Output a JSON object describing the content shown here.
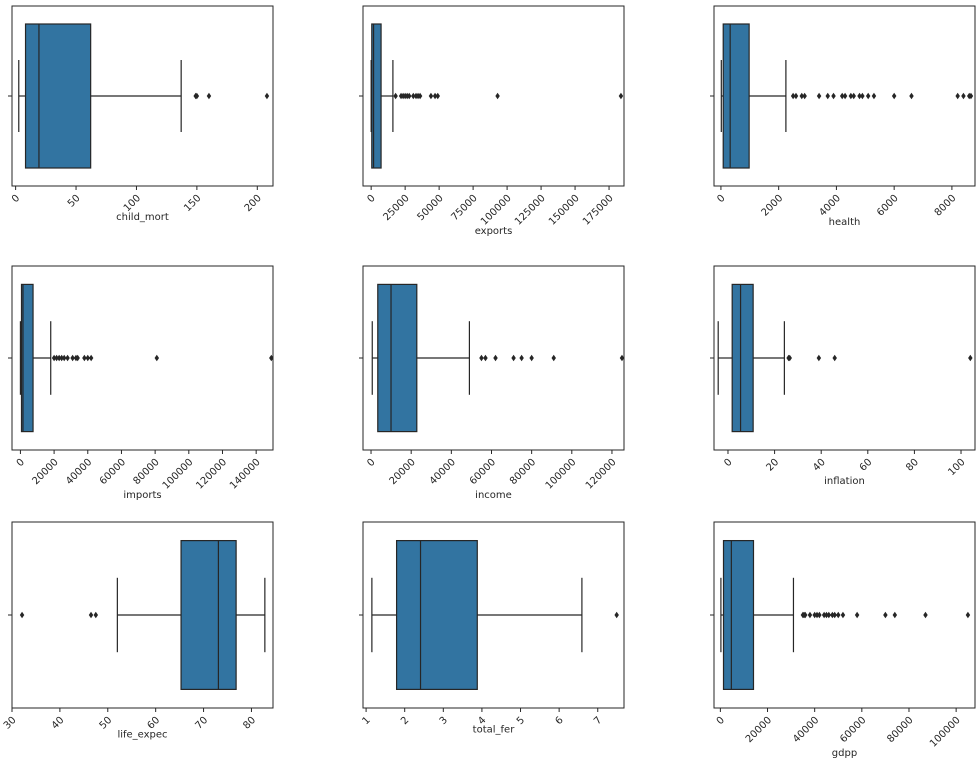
{
  "colors": {
    "box": "#3274a1",
    "line": "#262626",
    "background": "#ffffff"
  },
  "chart_data": [
    {
      "type": "box",
      "xlabel": "child_mort",
      "xlim": [
        -3,
        213
      ],
      "ticks": [
        0,
        50,
        100,
        150,
        200
      ],
      "tick_labels": [
        "0",
        "50",
        "100",
        "150",
        "200"
      ],
      "whisker_low": 2.6,
      "q1": 8.2,
      "median": 19.3,
      "q3": 62.1,
      "whisker_high": 137,
      "outliers": [
        149,
        150,
        160,
        208
      ]
    },
    {
      "type": "box",
      "xlabel": "exports",
      "xlim": [
        -6000,
        186000
      ],
      "ticks": [
        0,
        25000,
        50000,
        75000,
        100000,
        125000,
        150000,
        175000
      ],
      "tick_labels": [
        "0",
        "25000",
        "50000",
        "75000",
        "100000",
        "125000",
        "150000",
        "175000"
      ],
      "whisker_low": 1,
      "q1": 450,
      "median": 1780,
      "q3": 7300,
      "whisker_high": 16000,
      "outliers": [
        18000,
        22000,
        23500,
        25000,
        26500,
        28000,
        31000,
        33000,
        34500,
        36000,
        44000,
        47000,
        49000,
        93000,
        183750
      ]
    },
    {
      "type": "box",
      "xlabel": "health",
      "xlim": [
        -240,
        8800
      ],
      "ticks": [
        0,
        2000,
        4000,
        6000,
        8000
      ],
      "tick_labels": [
        "0",
        "2000",
        "4000",
        "6000",
        "8000"
      ],
      "whisker_low": 13,
      "q1": 79,
      "median": 320,
      "q3": 977,
      "whisker_high": 2250,
      "outliers": [
        2500,
        2600,
        2800,
        2900,
        3400,
        3700,
        3900,
        4200,
        4300,
        4500,
        4600,
        4800,
        4900,
        5100,
        5300,
        6000,
        6600,
        8200,
        8400,
        8600,
        8660
      ]
    },
    {
      "type": "box",
      "xlabel": "imports",
      "xlim": [
        -5000,
        150000
      ],
      "ticks": [
        0,
        20000,
        40000,
        60000,
        80000,
        100000,
        120000,
        140000
      ],
      "tick_labels": [
        "0",
        "20000",
        "40000",
        "60000",
        "80000",
        "100000",
        "120000",
        "140000"
      ],
      "whisker_low": 1,
      "q1": 640,
      "median": 1520,
      "q3": 7500,
      "whisker_high": 18000,
      "outliers": [
        20000,
        21500,
        23000,
        24500,
        26000,
        28000,
        31000,
        33000,
        34000,
        38000,
        40000,
        42000,
        81000,
        149000
      ]
    },
    {
      "type": "box",
      "xlabel": "income",
      "xlim": [
        -4000,
        126000
      ],
      "ticks": [
        0,
        20000,
        40000,
        60000,
        80000,
        100000,
        120000
      ],
      "tick_labels": [
        "0",
        "20000",
        "40000",
        "60000",
        "80000",
        "100000",
        "120000"
      ],
      "whisker_low": 609,
      "q1": 3355,
      "median": 9960,
      "q3": 22800,
      "whisker_high": 49000,
      "outliers": [
        55000,
        57000,
        62000,
        71000,
        75000,
        80000,
        91000,
        125000
      ]
    },
    {
      "type": "box",
      "xlabel": "inflation",
      "xlim": [
        -6,
        106
      ],
      "ticks": [
        0,
        20,
        40,
        60,
        80,
        100
      ],
      "tick_labels": [
        "0",
        "20",
        "40",
        "60",
        "80",
        "100"
      ],
      "whisker_low": -4.2,
      "q1": 1.8,
      "median": 5.4,
      "q3": 10.8,
      "whisker_high": 24.2,
      "outliers": [
        26.0,
        26.5,
        39.0,
        45.8,
        104.0
      ]
    },
    {
      "type": "box",
      "xlabel": "life_expec",
      "xlim": [
        30,
        84.5
      ],
      "ticks": [
        30,
        40,
        50,
        60,
        70,
        80
      ],
      "tick_labels": [
        "30",
        "40",
        "50",
        "60",
        "70",
        "80"
      ],
      "whisker_low": 52.0,
      "q1": 65.3,
      "median": 73.1,
      "q3": 76.8,
      "whisker_high": 82.8,
      "outliers": [
        32.1,
        46.5,
        47.5
      ]
    },
    {
      "type": "box",
      "xlabel": "total_fer",
      "xlim": [
        0.92,
        7.68
      ],
      "ticks": [
        1,
        2,
        3,
        4,
        5,
        6,
        7
      ],
      "tick_labels": [
        "1",
        "2",
        "3",
        "4",
        "5",
        "6",
        "7"
      ],
      "whisker_low": 1.15,
      "q1": 1.79,
      "median": 2.41,
      "q3": 3.88,
      "whisker_high": 6.59,
      "outliers": [
        7.49
      ]
    },
    {
      "type": "box",
      "xlabel": "gdpp",
      "xlim": [
        -2700,
        108000
      ],
      "ticks": [
        0,
        20000,
        40000,
        60000,
        80000,
        100000
      ],
      "tick_labels": [
        "0",
        "20000",
        "40000",
        "60000",
        "80000",
        "100000"
      ],
      "whisker_low": 231,
      "q1": 1330,
      "median": 4660,
      "q3": 14050,
      "whisker_high": 31000,
      "outliers": [
        35000,
        35500,
        36000,
        38000,
        40000,
        41000,
        42000,
        44000,
        45000,
        46000,
        47500,
        48500,
        50000,
        52000,
        58000,
        70000,
        74000,
        87000,
        105000
      ]
    }
  ]
}
